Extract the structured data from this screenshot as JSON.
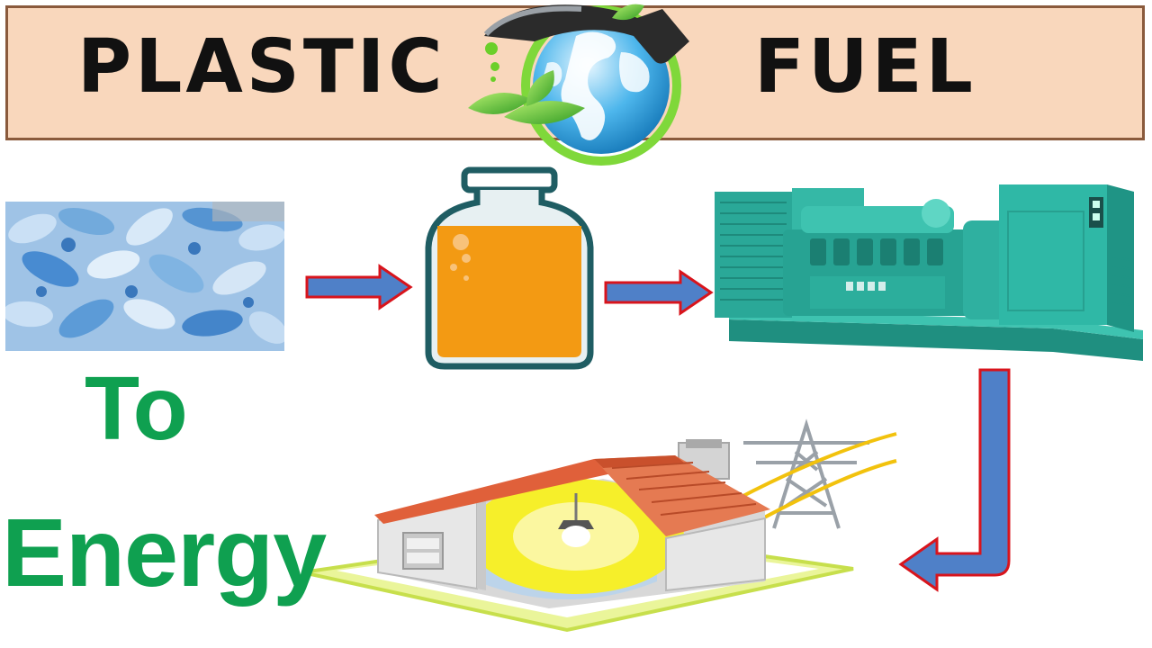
{
  "banner": {
    "left_word": "PLASTIC",
    "right_word": "FUEL"
  },
  "caption": {
    "line1": "To",
    "line2": "Energy"
  },
  "colors": {
    "banner_fill": "#f9d7bc",
    "banner_border": "#8a5a3c",
    "text_green": "#0fa050",
    "arrow_fill": "#4f80c8",
    "arrow_border": "#d8141c",
    "fuel_orange": "#f39a13",
    "generator_teal": "#2fb0a0"
  },
  "icons": [
    "globe-icon",
    "fuel-nozzle-icon",
    "leaf-icon",
    "plastic-bottles-image",
    "fuel-jar-icon",
    "generator-icon",
    "house-icon",
    "lightbulb-icon",
    "power-tower-icon"
  ]
}
